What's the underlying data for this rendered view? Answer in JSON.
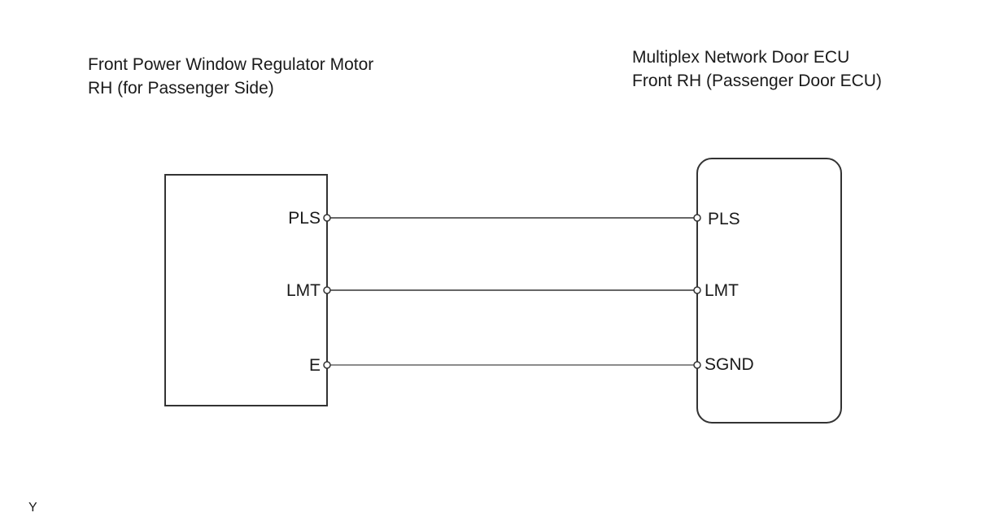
{
  "components": {
    "motor": {
      "title_line1": "Front Power Window Regulator Motor",
      "title_line2": "RH (for Passenger Side)",
      "pins": [
        "PLS",
        "LMT",
        "E"
      ]
    },
    "ecu": {
      "title_line1": "Multiplex Network Door ECU",
      "title_line2": "Front RH (Passenger Door ECU)",
      "pins": [
        "PLS",
        "LMT",
        "SGND"
      ]
    }
  },
  "wires": [
    {
      "from": "PLS",
      "to": "PLS"
    },
    {
      "from": "LMT",
      "to": "LMT"
    },
    {
      "from": "E",
      "to": "SGND"
    }
  ],
  "corner_mark": "Y",
  "colors": {
    "line": "#333333",
    "wire": "#666666",
    "text": "#1a1a1a"
  }
}
